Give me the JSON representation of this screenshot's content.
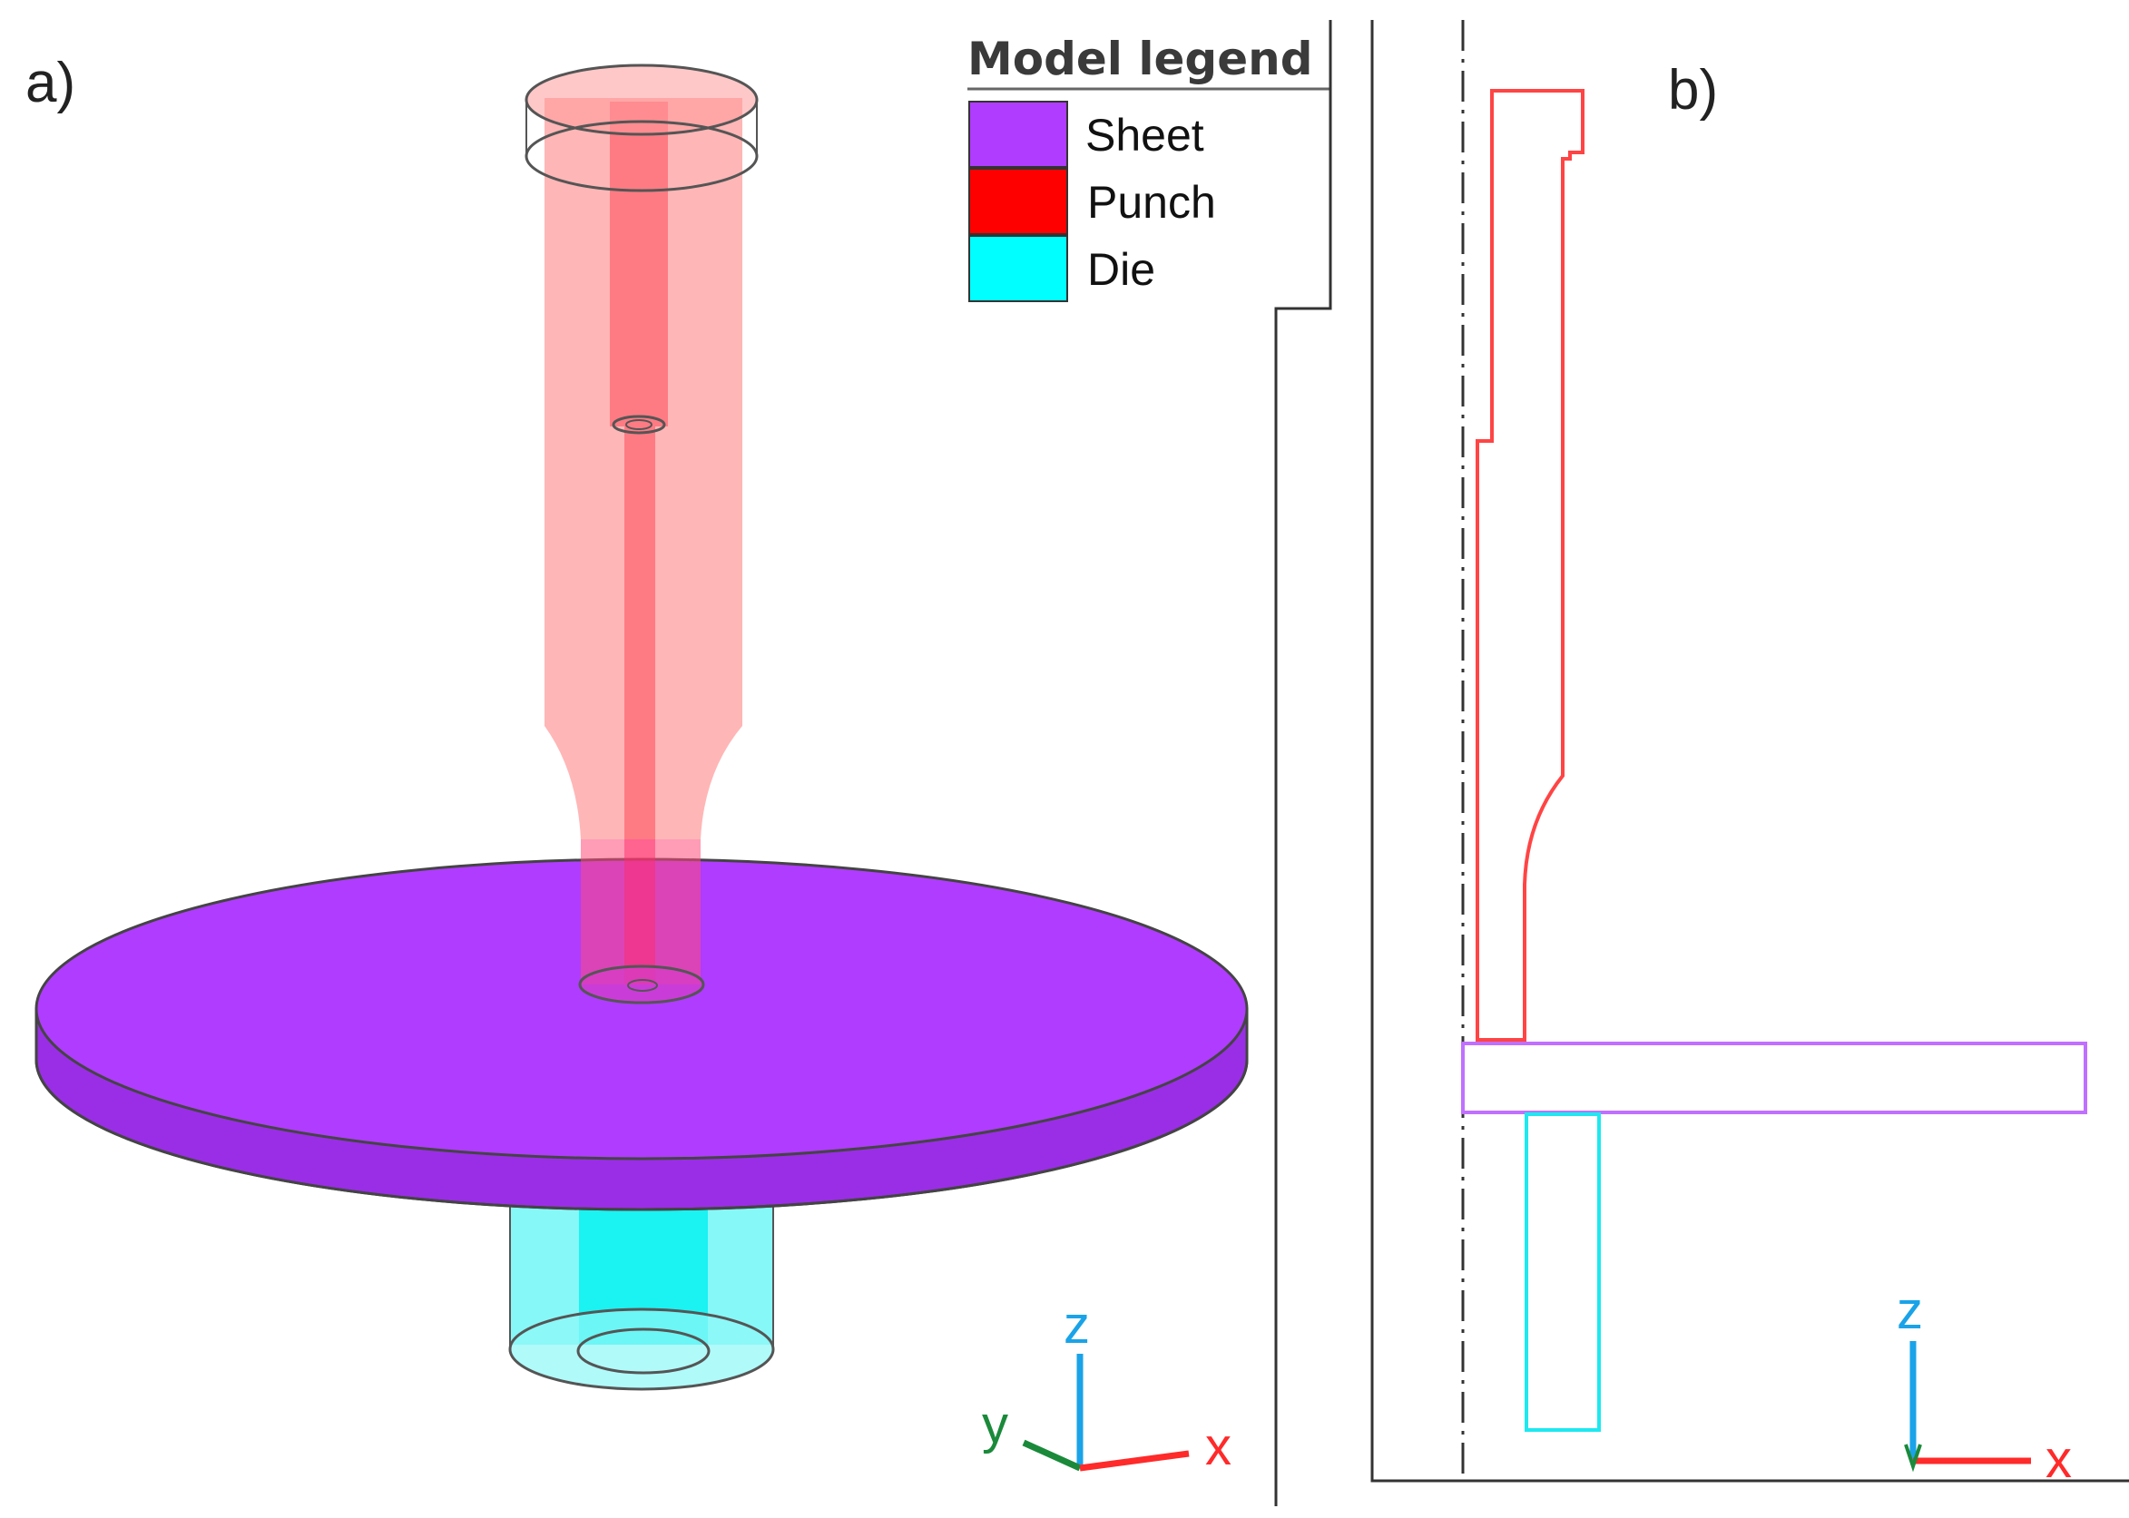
{
  "panels": {
    "a": {
      "label": "a)"
    },
    "b": {
      "label": "b)"
    }
  },
  "legend": {
    "title": "Model legend",
    "items": [
      {
        "label": "Sheet",
        "color": "#b03cff"
      },
      {
        "label": "Punch",
        "color": "#ff0000"
      },
      {
        "label": "Die",
        "color": "#00ffff"
      }
    ]
  },
  "colors": {
    "sheet_fill": "#b03cff",
    "punch_fill": "#ff7a7a",
    "punch_core": "#ff4a6a",
    "die_fill": "#5ff5f5",
    "die_core": "#00f0f0",
    "outline": "#555555",
    "punch_outline": "#ff4444",
    "sheet_outline": "#c070ff",
    "die_outline": "#1ee8f0",
    "axis_z": "#1aa3e8",
    "axis_x": "#ff2a2a",
    "axis_y": "#1a8a3a"
  },
  "axes_a": {
    "z": "z",
    "y": "y",
    "x": "x"
  },
  "axes_b": {
    "z": "z",
    "x": "x"
  }
}
